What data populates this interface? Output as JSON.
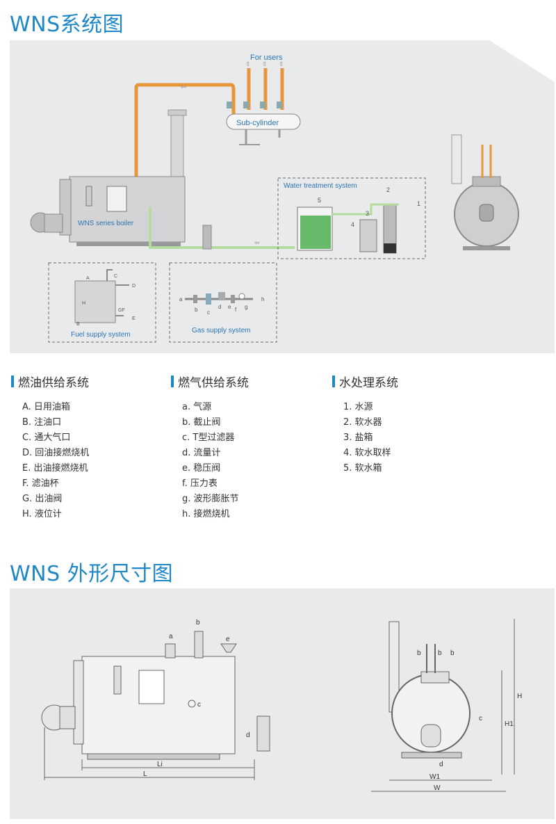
{
  "section1": {
    "title": "WNS系统图"
  },
  "section2": {
    "title": "WNS 外形尺寸图"
  },
  "diagram1": {
    "for_users": "For users",
    "sub_cylinder": "Sub-cylinder",
    "boiler": "WNS series boiler",
    "water_treatment": "Water treatment system",
    "fuel_supply": "Fuel supply system",
    "gas_supply": "Gas supply system",
    "wt_labels": [
      "5",
      "4",
      "3",
      "2",
      "1"
    ],
    "fuel_labels": [
      "A",
      "C",
      "D",
      "H",
      "GF",
      "E",
      "B"
    ],
    "gas_labels": [
      "a",
      "b",
      "c",
      "d",
      "e",
      "f",
      "g",
      "h"
    ]
  },
  "diagram2": {
    "side_labels": [
      "a",
      "b",
      "e",
      "c",
      "d",
      "Li",
      "L"
    ],
    "front_labels": [
      "b",
      "b",
      "b",
      "c",
      "d",
      "W1",
      "W",
      "H1",
      "H"
    ]
  },
  "legends": [
    {
      "title": "燃油供给系统",
      "items": [
        "A. 日用油箱",
        "B. 注油口",
        "C. 通大气口",
        "D. 回油接燃烧机",
        "E. 出油接燃烧机",
        "F. 滤油杯",
        "G. 出油阀",
        "H. 液位计"
      ]
    },
    {
      "title": "燃气供给系统",
      "items": [
        "a. 气源",
        "b. 截止阀",
        "c. T型过滤器",
        "d. 流量计",
        "e. 稳压阀",
        "f. 压力表",
        "g. 波形膨胀节",
        "h. 接燃烧机"
      ]
    },
    {
      "title": "水处理系统",
      "items": [
        "1. 水源",
        "2. 软水器",
        "3. 盐箱",
        "4. 软水取样",
        "5. 软水箱"
      ]
    }
  ],
  "colors": {
    "accent": "#1e87c8",
    "steam_pipe": "#e8963a",
    "water_pipe": "#b5dca0",
    "tank_fill": "#4caf50",
    "panel": "#e9eaec"
  }
}
